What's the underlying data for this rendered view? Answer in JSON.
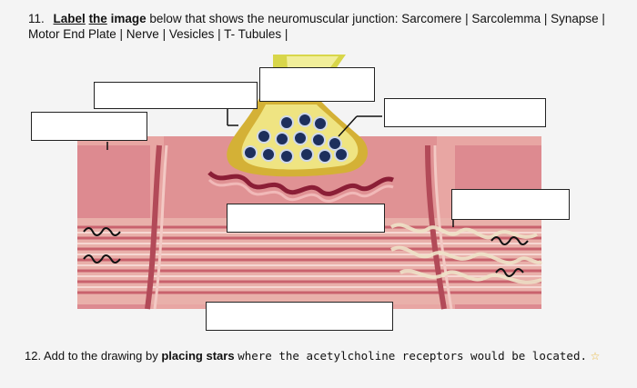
{
  "question11": {
    "number": "11.",
    "label_word": "Label",
    "the_word": "the",
    "image_word": "image",
    "text_after": "below that shows the neuromuscular junction:",
    "options_line1": "Sarcomere | Sarcolemma | Synapse |",
    "options_line2": "Motor End Plate | Nerve | Vesicles | T- Tubules |"
  },
  "question12": {
    "number": "12.",
    "text_before": "Add to the drawing by",
    "bold_text": "placing stars",
    "mono_text": "where the acetylcholine receptors would be located.",
    "star_icon": "star-icon"
  },
  "colors": {
    "muscle_pink": "#d9848c",
    "light_pink": "#f0c6c0",
    "nerve_yellow": "#e8e06a",
    "vesicle_navy": "#1d2f5c",
    "fiber_red": "#c04f5e"
  }
}
